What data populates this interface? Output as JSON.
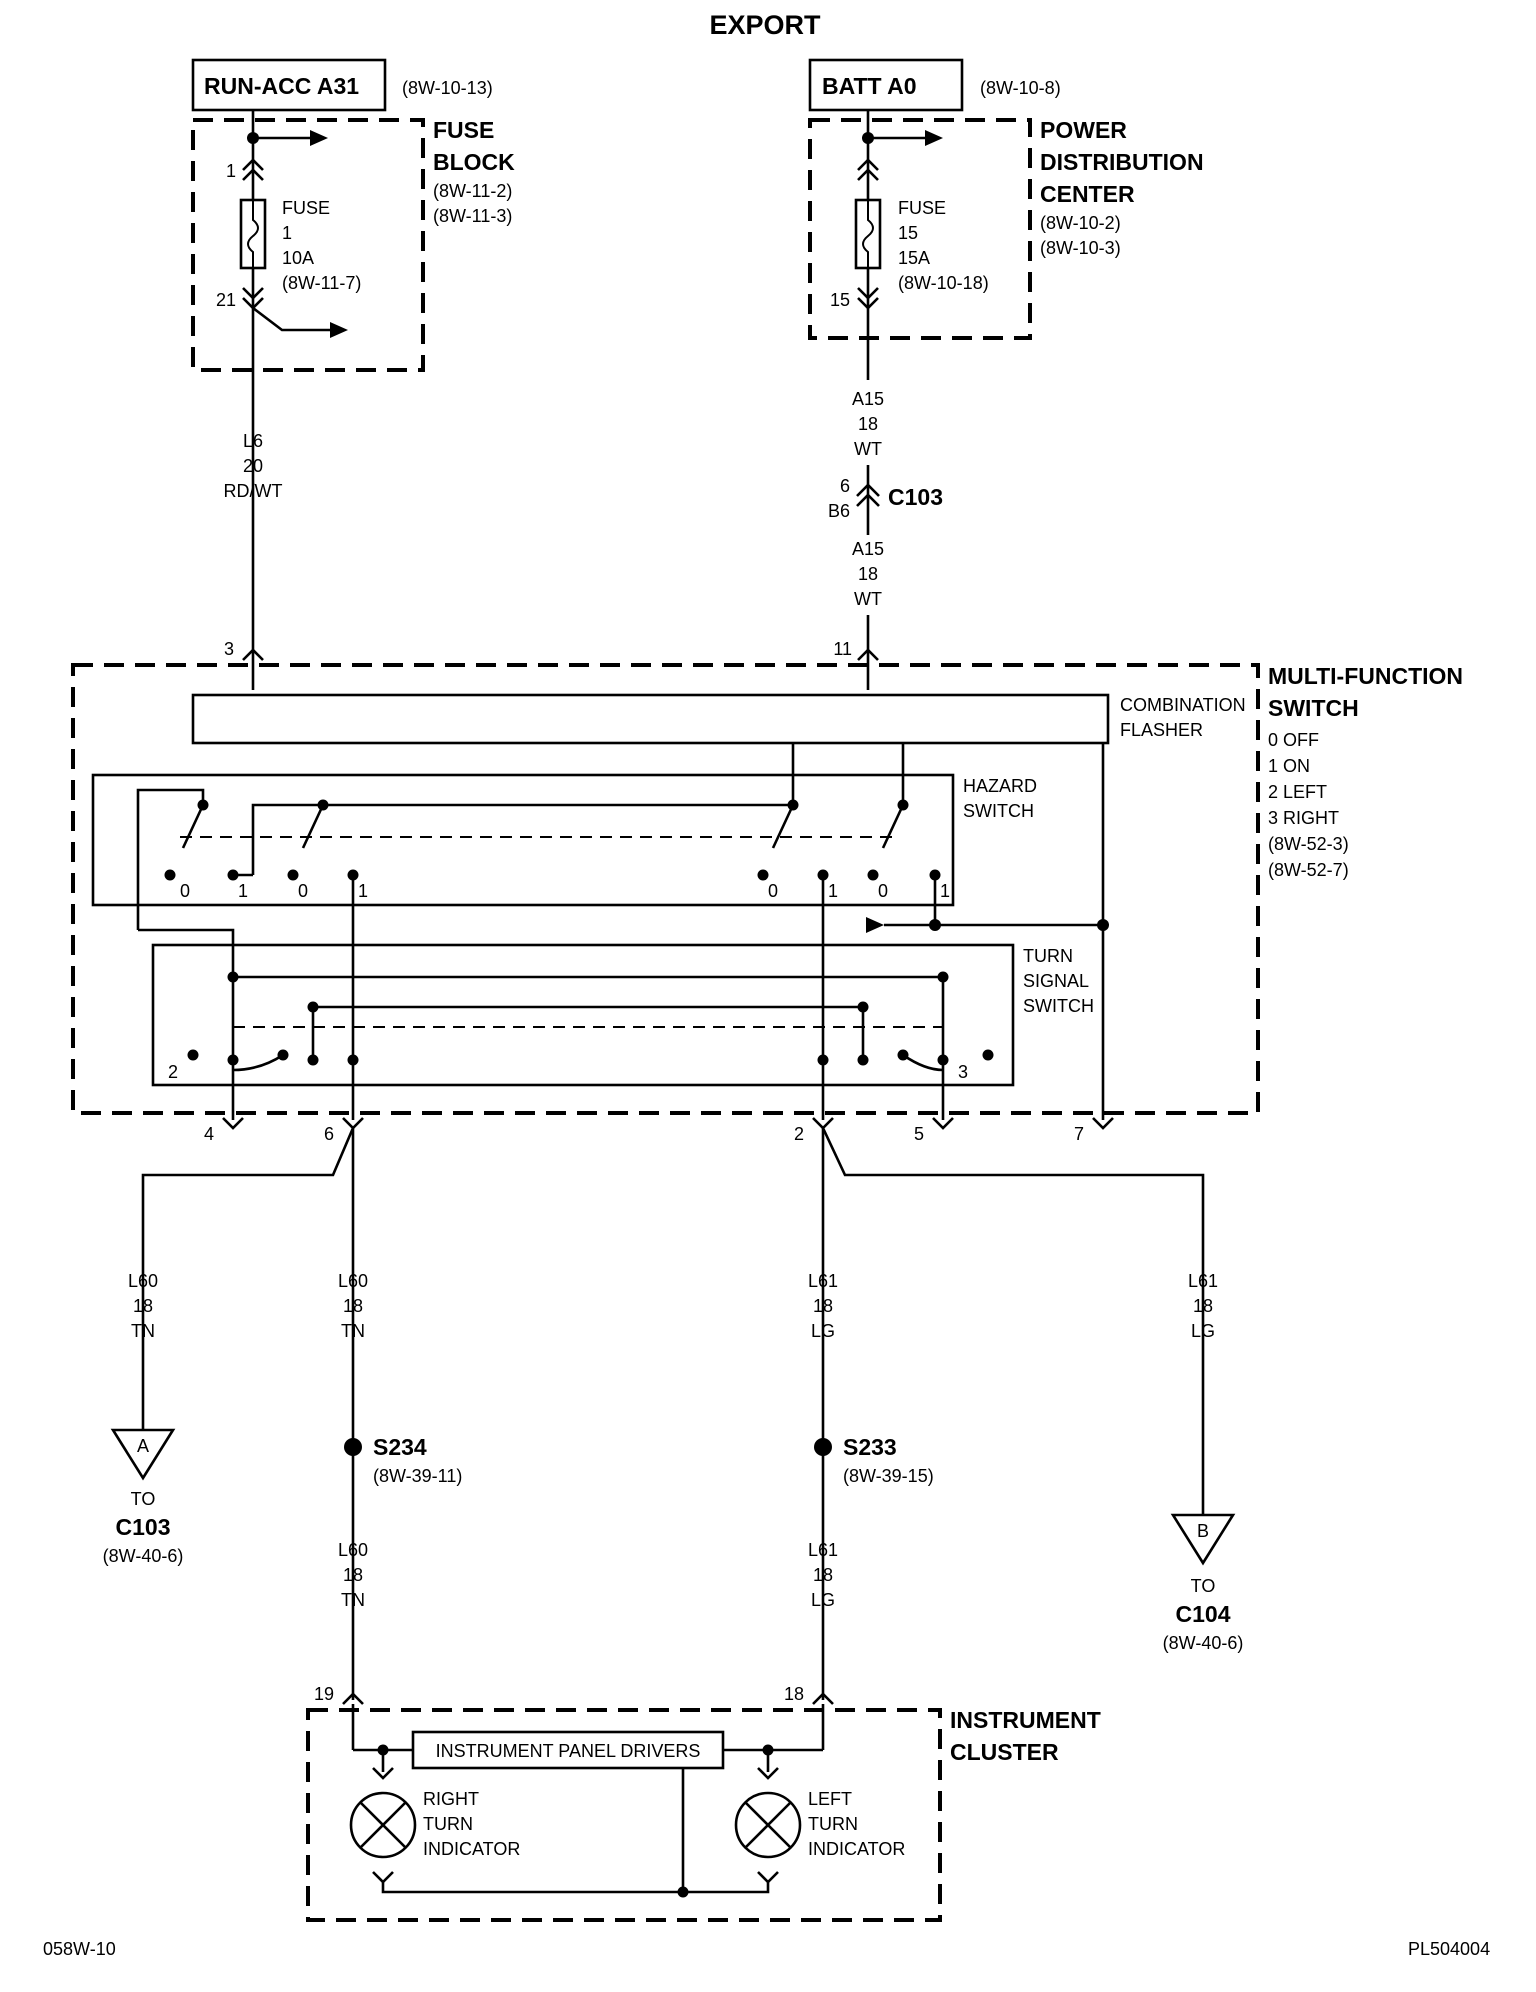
{
  "header": {
    "title": "EXPORT"
  },
  "footer": {
    "left": "058W-10",
    "right": "PL504004"
  },
  "sources": {
    "run_acc": {
      "label": "RUN-ACC A31",
      "ref": "(8W-10-13)"
    },
    "batt": {
      "label": "BATT A0",
      "ref": "(8W-10-8)"
    }
  },
  "fuse_block": {
    "title": [
      "FUSE",
      "BLOCK"
    ],
    "refs": [
      "(8W-11-2)",
      "(8W-11-3)"
    ],
    "fuse": [
      "FUSE",
      "1",
      "10A",
      "(8W-11-7)"
    ],
    "pin_in": "1",
    "pin_out": "21"
  },
  "pdc": {
    "title": [
      "POWER",
      "DISTRIBUTION",
      "CENTER"
    ],
    "refs": [
      "(8W-10-2)",
      "(8W-10-3)"
    ],
    "fuse": [
      "FUSE",
      "15",
      "15A",
      "(8W-10-18)"
    ],
    "pin_out": "15"
  },
  "wires": {
    "l6": [
      "L6",
      "20",
      "RD/WT"
    ],
    "a15_top": [
      "A15",
      "18",
      "WT"
    ],
    "a15_bot": [
      "A15",
      "18",
      "WT"
    ],
    "l60_a": [
      "L60",
      "18",
      "TN"
    ],
    "l60_b": [
      "L60",
      "18",
      "TN"
    ],
    "l60_c": [
      "L60",
      "18",
      "TN"
    ],
    "l61_a": [
      "L61",
      "18",
      "LG"
    ],
    "l61_b": [
      "L61",
      "18",
      "LG"
    ],
    "l61_c": [
      "L61",
      "18",
      "LG"
    ]
  },
  "c103_connector": {
    "label": "C103",
    "pins": [
      "6",
      "B6"
    ]
  },
  "mfs": {
    "title": [
      "MULTI-FUNCTION",
      "SWITCH"
    ],
    "positions": [
      "0 OFF",
      "1 ON",
      "2 LEFT",
      "3 RIGHT"
    ],
    "refs": [
      "(8W-52-3)",
      "(8W-52-7)"
    ],
    "flasher_label": [
      "COMBINATION",
      "FLASHER"
    ],
    "hazard_label": [
      "HAZARD",
      "SWITCH"
    ],
    "turn_label": [
      "TURN",
      "SIGNAL",
      "SWITCH"
    ],
    "hazard_positions": [
      "0",
      "1",
      "0",
      "1",
      "0",
      "1",
      "0",
      "1"
    ],
    "turn_positions": [
      "2",
      "3"
    ],
    "pins_top": [
      "3",
      "11"
    ],
    "pins_bottom": [
      "4",
      "6",
      "2",
      "5",
      "7"
    ]
  },
  "splices": {
    "s234": {
      "label": "S234",
      "ref": "(8W-39-11)"
    },
    "s233": {
      "label": "S233",
      "ref": "(8W-39-15)"
    }
  },
  "offpage": {
    "a": {
      "letter": "A",
      "to": "TO",
      "conn": "C103",
      "ref": "(8W-40-6)"
    },
    "b": {
      "letter": "B",
      "to": "TO",
      "conn": "C104",
      "ref": "(8W-40-6)"
    }
  },
  "cluster": {
    "title": [
      "INSTRUMENT",
      "CLUSTER"
    ],
    "drivers": "INSTRUMENT PANEL DRIVERS",
    "right_indicator": [
      "RIGHT",
      "TURN",
      "INDICATOR"
    ],
    "left_indicator": [
      "LEFT",
      "TURN",
      "INDICATOR"
    ],
    "pins": [
      "19",
      "18"
    ]
  }
}
